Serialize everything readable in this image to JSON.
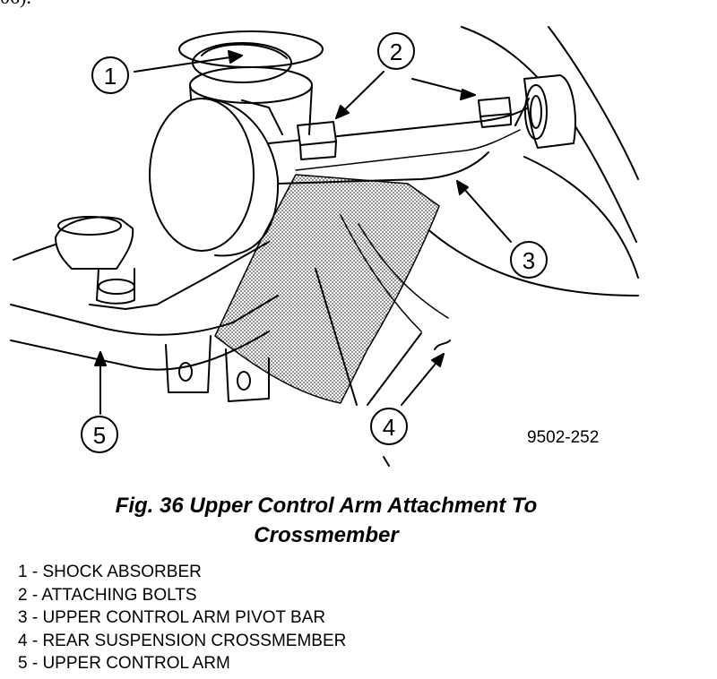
{
  "corner_fragment": "06).",
  "figure": {
    "code": "9502-252",
    "callouts": [
      "1",
      "2",
      "3",
      "4",
      "5"
    ]
  },
  "caption": {
    "line1": "Fig. 36 Upper Control Arm Attachment To",
    "line2": "Crossmember"
  },
  "legend": [
    {
      "text": "1 - SHOCK ABSORBER"
    },
    {
      "text": "2 - ATTACHING BOLTS"
    },
    {
      "text": "3 - UPPER CONTROL ARM PIVOT BAR"
    },
    {
      "text": "4 - REAR SUSPENSION CROSSMEMBER"
    },
    {
      "text": "5 - UPPER CONTROL ARM"
    }
  ]
}
